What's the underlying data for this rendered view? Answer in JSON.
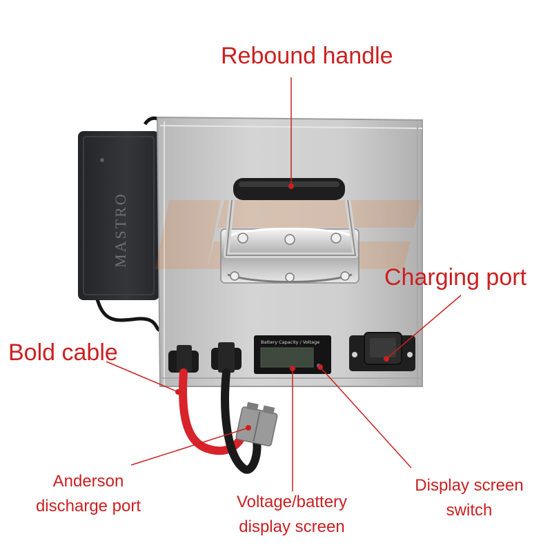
{
  "colors": {
    "accent": "#cc1f1f",
    "case": "#c9c9c9",
    "charger": "#2a2b2e",
    "cable_red": "#d8232a",
    "cable_black": "#1a1a1a",
    "connector": "#9a9a9a"
  },
  "callouts": {
    "rebound_handle": "Rebound handle",
    "charging_port": "Charging port",
    "bold_cable": "Bold cable",
    "anderson_line1": "Anderson",
    "anderson_line2": "discharge port",
    "voltage_line1": "Voltage/battery",
    "voltage_line2": "display screen",
    "switch_line1": "Display screen",
    "switch_line2": "switch"
  },
  "product": {
    "charger_brand": "MASTRO",
    "display_caption": "Battery Capacity / Voltage"
  }
}
